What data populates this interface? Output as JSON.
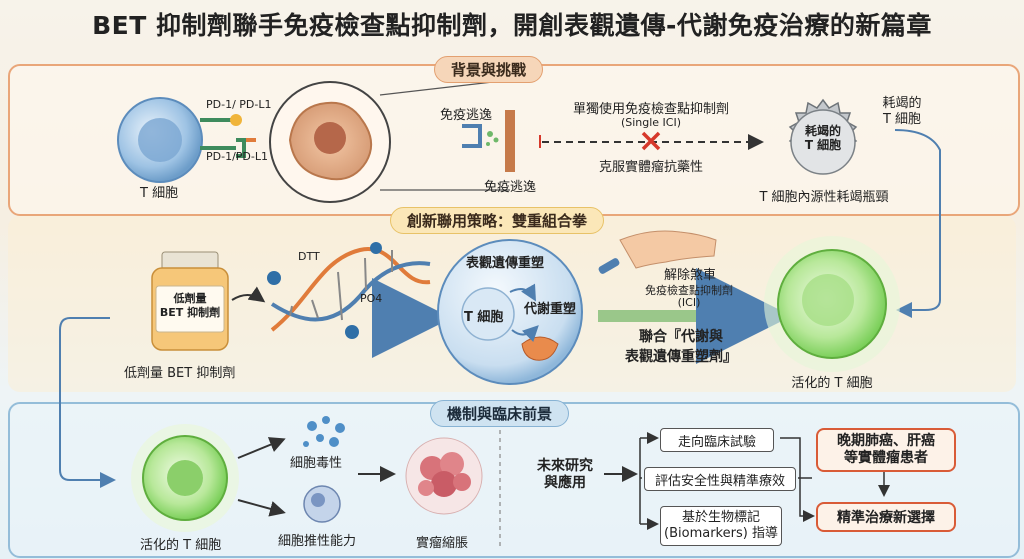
{
  "title": "BET 抑制劑聯手免疫檢查點抑制劑，開創表觀遺傳-代謝免疫治療的新篇章",
  "sections": {
    "background": {
      "heading": "背景與挑戰",
      "pd_label_top": "PD-1/ PD-L1",
      "pd_label_bottom": "PD-1/PD-L1",
      "t_cell": "T 細胞",
      "immune_escape_1": "免疫逃逸",
      "immune_escape_2": "免疫逃逸",
      "single_ici": "單獨使用免疫檢查點抑制劑",
      "single_ici_en": "(Single ICI)",
      "resistance": "克服實體瘤抗藥性",
      "exhausted_label": "耗竭的\nT 細胞",
      "exhausted_cell_text": "耗竭的\nT 細胞",
      "bottleneck": "T 細胞內源性耗竭瓶頸"
    },
    "strategy": {
      "heading": "創新聯用策略：雙重組合拳",
      "bottle_label": "低劑量\nBET 抑制劑",
      "drug_name": "低劑量 BET 抑制劑",
      "dtt": "DTT",
      "po4": "PO4",
      "epigenetic": "表觀遺傳重塑",
      "metabolic": "代謝重塑",
      "t_cell": "T 細胞",
      "release_brake": "解除煞車",
      "ici_line1": "免疫檢查點抑制劑",
      "ici_line2": "(ICI)",
      "combo_line1": "聯合『代謝與",
      "combo_line2": "表觀遺傳重塑劑』",
      "activated": "活化的 T 細胞"
    },
    "mechanism": {
      "heading": "機制與臨床前景",
      "activated": "活化的 T 細胞",
      "cytotoxicity": "細胞毒性",
      "infiltration": "細胞推性能力",
      "tumor_shrink": "實瘤縮脹",
      "future": "未來研究\n與應用",
      "clinical_trial": "走向臨床試驗",
      "safety": "評估安全性與精準療效",
      "biomarker_line1": "基於生物標記",
      "biomarker_line2": "(Biomarkers) 指導",
      "patients": "晚期肺癌、肝癌\n等實體瘤患者",
      "precision": "精準治療新選擇"
    }
  },
  "colors": {
    "orange_border": "#e9a679",
    "blue_border": "#94bdd9",
    "green_cell": "#8fd86a",
    "red_x": "#d6382b",
    "arrow_blue": "#4f7fb0"
  }
}
